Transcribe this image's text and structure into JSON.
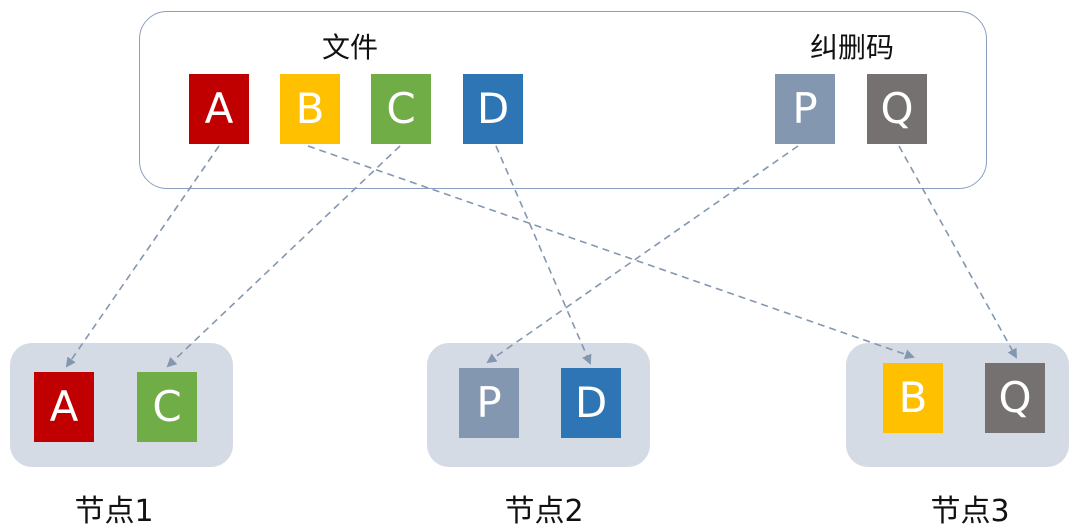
{
  "file_panel": {
    "files_label": "文件",
    "ec_label": "纠删码",
    "blocks": [
      {
        "letter": "A",
        "color": "#c00000"
      },
      {
        "letter": "B",
        "color": "#ffc000"
      },
      {
        "letter": "C",
        "color": "#70ad47"
      },
      {
        "letter": "D",
        "color": "#2e75b6"
      },
      {
        "letter": "P",
        "color": "#8497b0"
      },
      {
        "letter": "Q",
        "color": "#767171"
      }
    ]
  },
  "nodes": [
    {
      "label": "节点1",
      "blocks": [
        {
          "letter": "A",
          "color": "#c00000"
        },
        {
          "letter": "C",
          "color": "#70ad47"
        }
      ]
    },
    {
      "label": "节点2",
      "blocks": [
        {
          "letter": "P",
          "color": "#8497b0"
        },
        {
          "letter": "D",
          "color": "#2e75b6"
        }
      ]
    },
    {
      "label": "节点3",
      "blocks": [
        {
          "letter": "B",
          "color": "#ffc000"
        },
        {
          "letter": "Q",
          "color": "#767171"
        }
      ]
    }
  ],
  "arrow_color": "#8497b0"
}
